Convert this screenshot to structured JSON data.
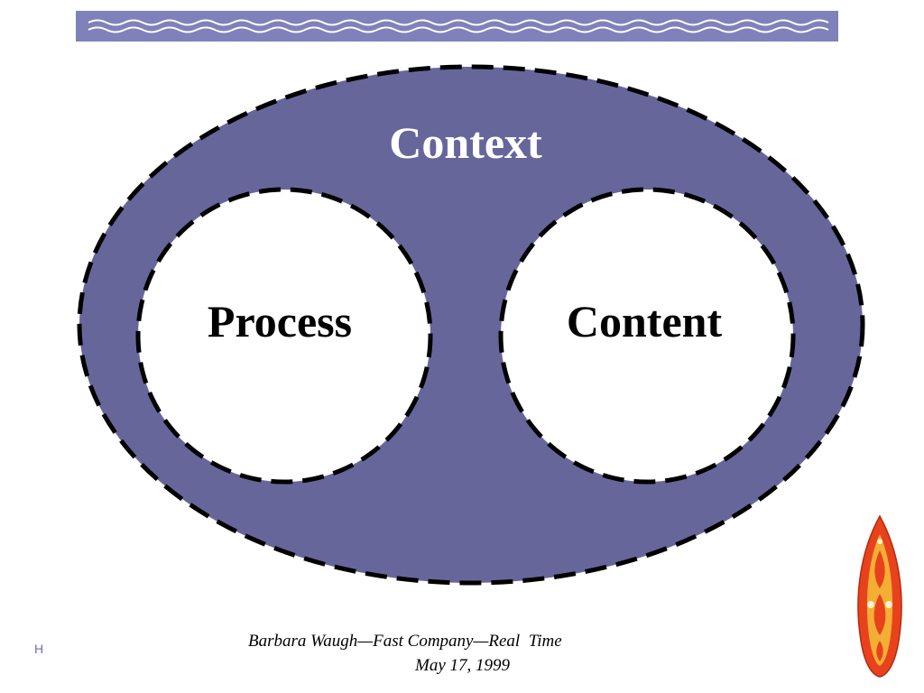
{
  "colors": {
    "banner": "#7e81ba",
    "wave": "#ffffff",
    "context_fill": "#67669b",
    "circle_fill": "#ffffff",
    "dash_stroke": "#000000",
    "context_text": "#ffffff",
    "inner_text": "#000000",
    "ornament_outer": "#e8421c",
    "ornament_inner": "#f6c13a"
  },
  "icons": {
    "banner": "wave-banner-icon",
    "corner": "corner-mark-icon",
    "ornament": "leaf-ornament-icon"
  },
  "diagram": {
    "outer_label": "Context",
    "left_label": "Process",
    "right_label": "Content"
  },
  "footer": {
    "line1": "Barbara Waugh—Fast Company—Real  Time",
    "line2": "May 17, 1999"
  },
  "corner_mark": "H"
}
